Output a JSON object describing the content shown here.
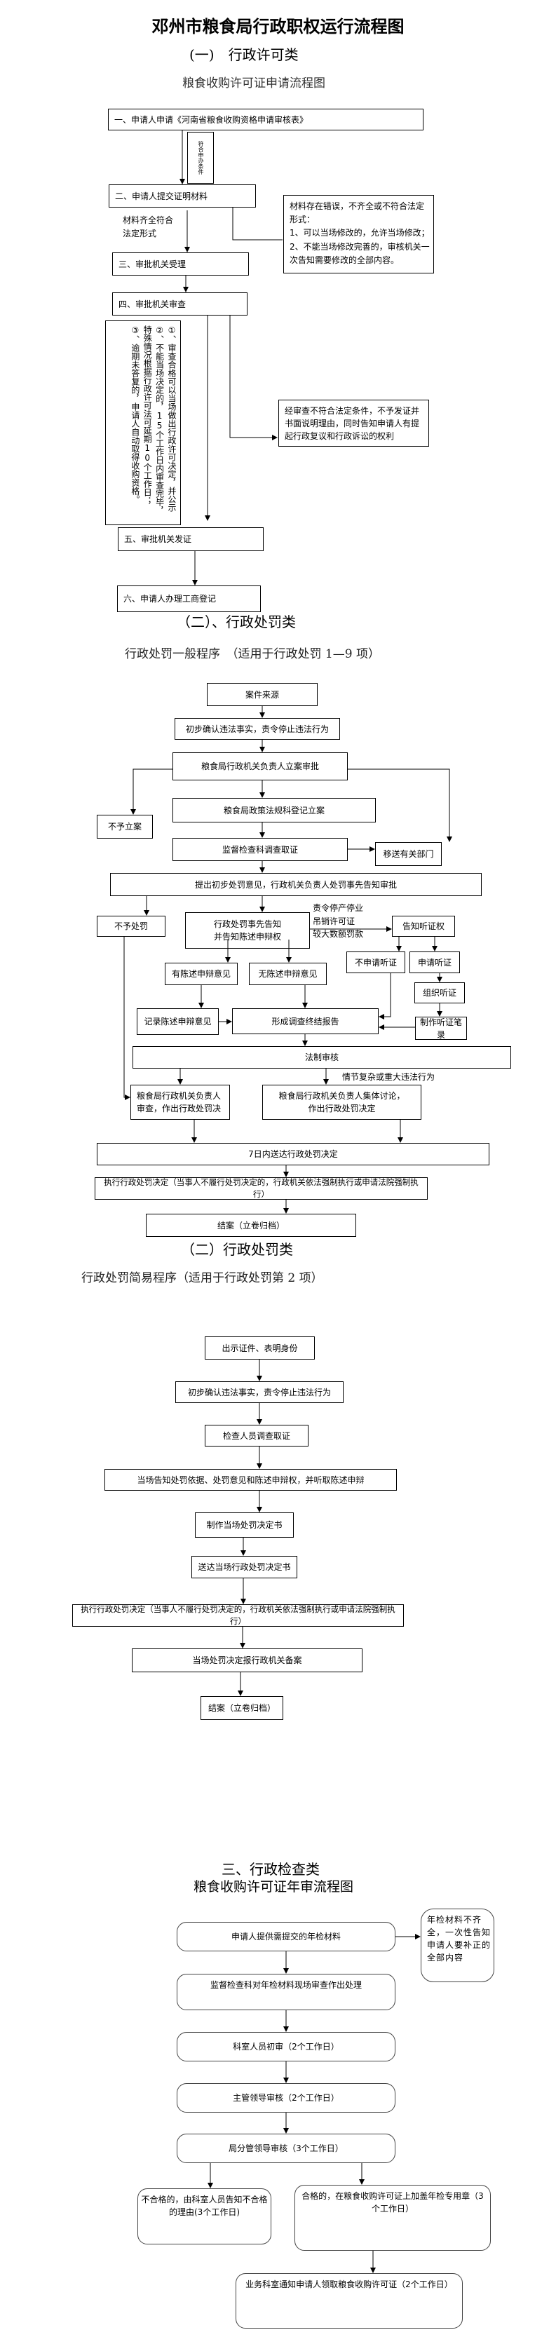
{
  "title": "邓州市粮食局行政职权运行流程图",
  "section1": {
    "heading": "(一)　行政许可类",
    "subtitle": "粮食收购许可证申请流程图",
    "steps": {
      "s1": "一、申请人申请《河南省粮食收购资格申请审核表》",
      "s1_label": "符合申办条件",
      "s2": "二、申请人提交证明材料",
      "s2_label": "材料齐全符合法定形式",
      "s2_side": "材料存在错误，不齐全或不符合法定形式：\n1、可以当场修改的，允许当场修改；\n2、不能当场修改完善的，审核机关一次告知需要修改的全部内容。",
      "s3": "三、审批机关受理",
      "s4": "四、审批机关审查",
      "s4_detail": "①、审查合格可以当场做出行政许可决定，并公示　②、不能当场决定的，15个工作日内审查完毕，特殊情况根据行政许可法可延期10个工作日；　③、逾期未答复的，申请人自动取得收购资格。",
      "s4_side": "经审查不符合法定条件，不予发证并书面说明理由，同时告知申请人有提起行政复议和行政诉讼的权利",
      "s5": "五、审批机关发证",
      "s6": "六、申请人办理工商登记"
    }
  },
  "section2": {
    "heading": "（二）、行政处罚类",
    "subtitle": "行政处罚一般程序　（适用于行政处罚 1—9 项）",
    "nodes": {
      "source": "案件来源",
      "confirm": "初步确认违法事实，责令停止违法行为",
      "approve": "粮食局行政机关负责人立案审批",
      "no_case": "不予立案",
      "register": "粮食局政策法规科登记立案",
      "transfer": "移送有关部门",
      "investigate": "监督检查科调查取证",
      "propose": "提出初步处罚意见，行政机关负责人处罚事先告知审批",
      "no_penalty": "不予处罚",
      "notify": "行政处罚事先告知\n并告知陈述申辩权",
      "hearing_cond": "责令停产停业\n吊销许可证\n较大数额罚款",
      "hearing_right": "告知听证权",
      "no_hearing": "不申请听证",
      "apply_hearing": "申请听证",
      "organize_hearing": "组织听证",
      "hearing_record": "制作听证笔录",
      "has_defense": "有陈述申辩意见",
      "no_defense": "无陈述申辩意见",
      "record_defense": "记录陈述申辩意见",
      "final_report": "形成调查终结报告",
      "legal_review": "法制审核",
      "complex_label": "情节复杂或重大违法行为",
      "head_decide": "粮食局行政机关负责人\n审查，作出行政处罚决",
      "collective": "粮食局行政机关负责人集体讨论，\n作出行政处罚决定",
      "deliver": "7日内送达行政处罚决定",
      "execute": "执行行政处罚决定（当事人不履行处罚决定的，行政机关依法强制执行或申请法院强制执行）",
      "close": "结案（立卷归档）"
    }
  },
  "section3": {
    "heading": "（二）行政处罚类",
    "subtitle": "行政处罚简易程序（适用于行政处罚第 2 项）",
    "steps": [
      "出示证件、表明身份",
      "初步确认违法事实，责令停止违法行为",
      "检查人员调查取证",
      "当场告知处罚依据、处罚意见和陈述申辩权，并听取陈述申辩",
      "制作当场处罚决定书",
      "送达当场行政处罚决定书",
      "执行行政处罚决定（当事人不履行处罚决定的，行政机关依法强制执行或申请法院强制执行）",
      "当场处罚决定报行政机关备案",
      "结案（立卷归档）"
    ]
  },
  "section4": {
    "heading": "三、行政检查类",
    "subtitle": "粮食收购许可证年审流程图",
    "nodes": {
      "submit": "申请人提供需提交的年检材料",
      "incomplete": "年检材料不齐全，一次性告知申请人要补正的全部内容",
      "onsite": "监督检查科对年检材料现场审查作出处理",
      "staff": "科室人员初审（2个工作日）",
      "supervisor": "主管领导审核（2个工作日）",
      "bureau": "局分管领导审核（3个工作日）",
      "fail": "不合格的，由科室人员告知不合格的理由(3个工作日)",
      "pass": "合格的，在粮食收购许可证上加盖年检专用章（3个工作日）",
      "notify": "业务科室通知申请人领取粮食收购许可证（2个工作日）"
    }
  }
}
